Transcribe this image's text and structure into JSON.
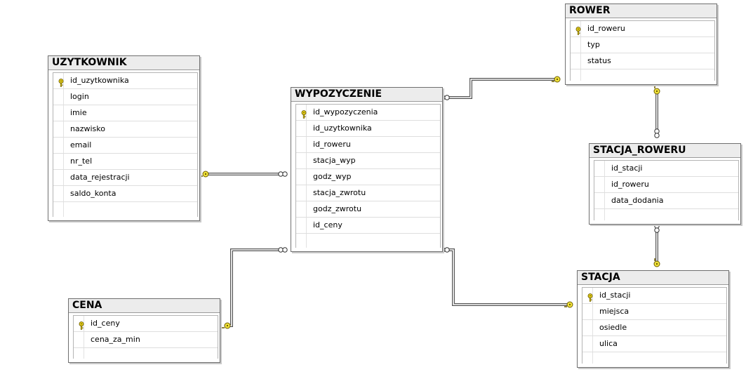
{
  "tables": {
    "uzytkownik": {
      "title": "UZYTKOWNIK",
      "columns": [
        {
          "name": "id_uzytkownika",
          "pk": true
        },
        {
          "name": "login",
          "pk": false
        },
        {
          "name": "imie",
          "pk": false
        },
        {
          "name": "nazwisko",
          "pk": false
        },
        {
          "name": "email",
          "pk": false
        },
        {
          "name": "nr_tel",
          "pk": false
        },
        {
          "name": "data_rejestracji",
          "pk": false
        },
        {
          "name": "saldo_konta",
          "pk": false
        }
      ]
    },
    "wypozyczenie": {
      "title": "WYPOZYCZENIE",
      "columns": [
        {
          "name": "id_wypozyczenia",
          "pk": true
        },
        {
          "name": "id_uzytkownika",
          "pk": false
        },
        {
          "name": "id_roweru",
          "pk": false
        },
        {
          "name": "stacja_wyp",
          "pk": false
        },
        {
          "name": "godz_wyp",
          "pk": false
        },
        {
          "name": "stacja_zwrotu",
          "pk": false
        },
        {
          "name": "godz_zwrotu",
          "pk": false
        },
        {
          "name": "id_ceny",
          "pk": false
        }
      ]
    },
    "rower": {
      "title": "ROWER",
      "columns": [
        {
          "name": "id_roweru",
          "pk": true
        },
        {
          "name": "typ",
          "pk": false
        },
        {
          "name": "status",
          "pk": false
        }
      ]
    },
    "stacja_roweru": {
      "title": "STACJA_ROWERU",
      "columns": [
        {
          "name": "id_stacji",
          "pk": false
        },
        {
          "name": "id_roweru",
          "pk": false
        },
        {
          "name": "data_dodania",
          "pk": false
        }
      ]
    },
    "stacja": {
      "title": "STACJA",
      "columns": [
        {
          "name": "id_stacji",
          "pk": true
        },
        {
          "name": "miejsca",
          "pk": false
        },
        {
          "name": "osiedle",
          "pk": false
        },
        {
          "name": "ulica",
          "pk": false
        }
      ]
    },
    "cena": {
      "title": "CENA",
      "columns": [
        {
          "name": "id_ceny",
          "pk": true
        },
        {
          "name": "cena_za_min",
          "pk": false
        }
      ]
    }
  },
  "relationships": [
    {
      "from": "wypozyczenie",
      "to": "uzytkownik",
      "many": "wypozyczenie",
      "one": "uzytkownik"
    },
    {
      "from": "wypozyczenie",
      "to": "rower",
      "many": "wypozyczenie",
      "one": "rower"
    },
    {
      "from": "wypozyczenie",
      "to": "cena",
      "many": "wypozyczenie",
      "one": "cena"
    },
    {
      "from": "wypozyczenie",
      "to": "stacja",
      "many": "wypozyczenie",
      "one": "stacja"
    },
    {
      "from": "stacja_roweru",
      "to": "rower",
      "many": "stacja_roweru",
      "one": "rower"
    },
    {
      "from": "stacja_roweru",
      "to": "stacja",
      "many": "stacja_roweru",
      "one": "stacja"
    }
  ],
  "colors": {
    "key_icon": "#e8d31a",
    "one_end": "#f2e43a",
    "line": "#555555",
    "header_bg": "#ececec"
  },
  "icons": {
    "primary_key": "key-icon",
    "one_end": "key-endpoint-icon",
    "many_end": "infinity-endpoint-icon"
  }
}
